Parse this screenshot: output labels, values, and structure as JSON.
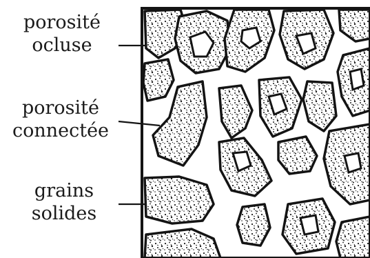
{
  "labels": {
    "occluded_porosity": [
      "porosité",
      "ocluse"
    ],
    "connected_porosity": [
      "porosité",
      "connectée"
    ],
    "solid_grains": [
      "grains",
      "solides"
    ]
  },
  "colors": {
    "ink": "#141414",
    "paper": "#ffffff"
  }
}
